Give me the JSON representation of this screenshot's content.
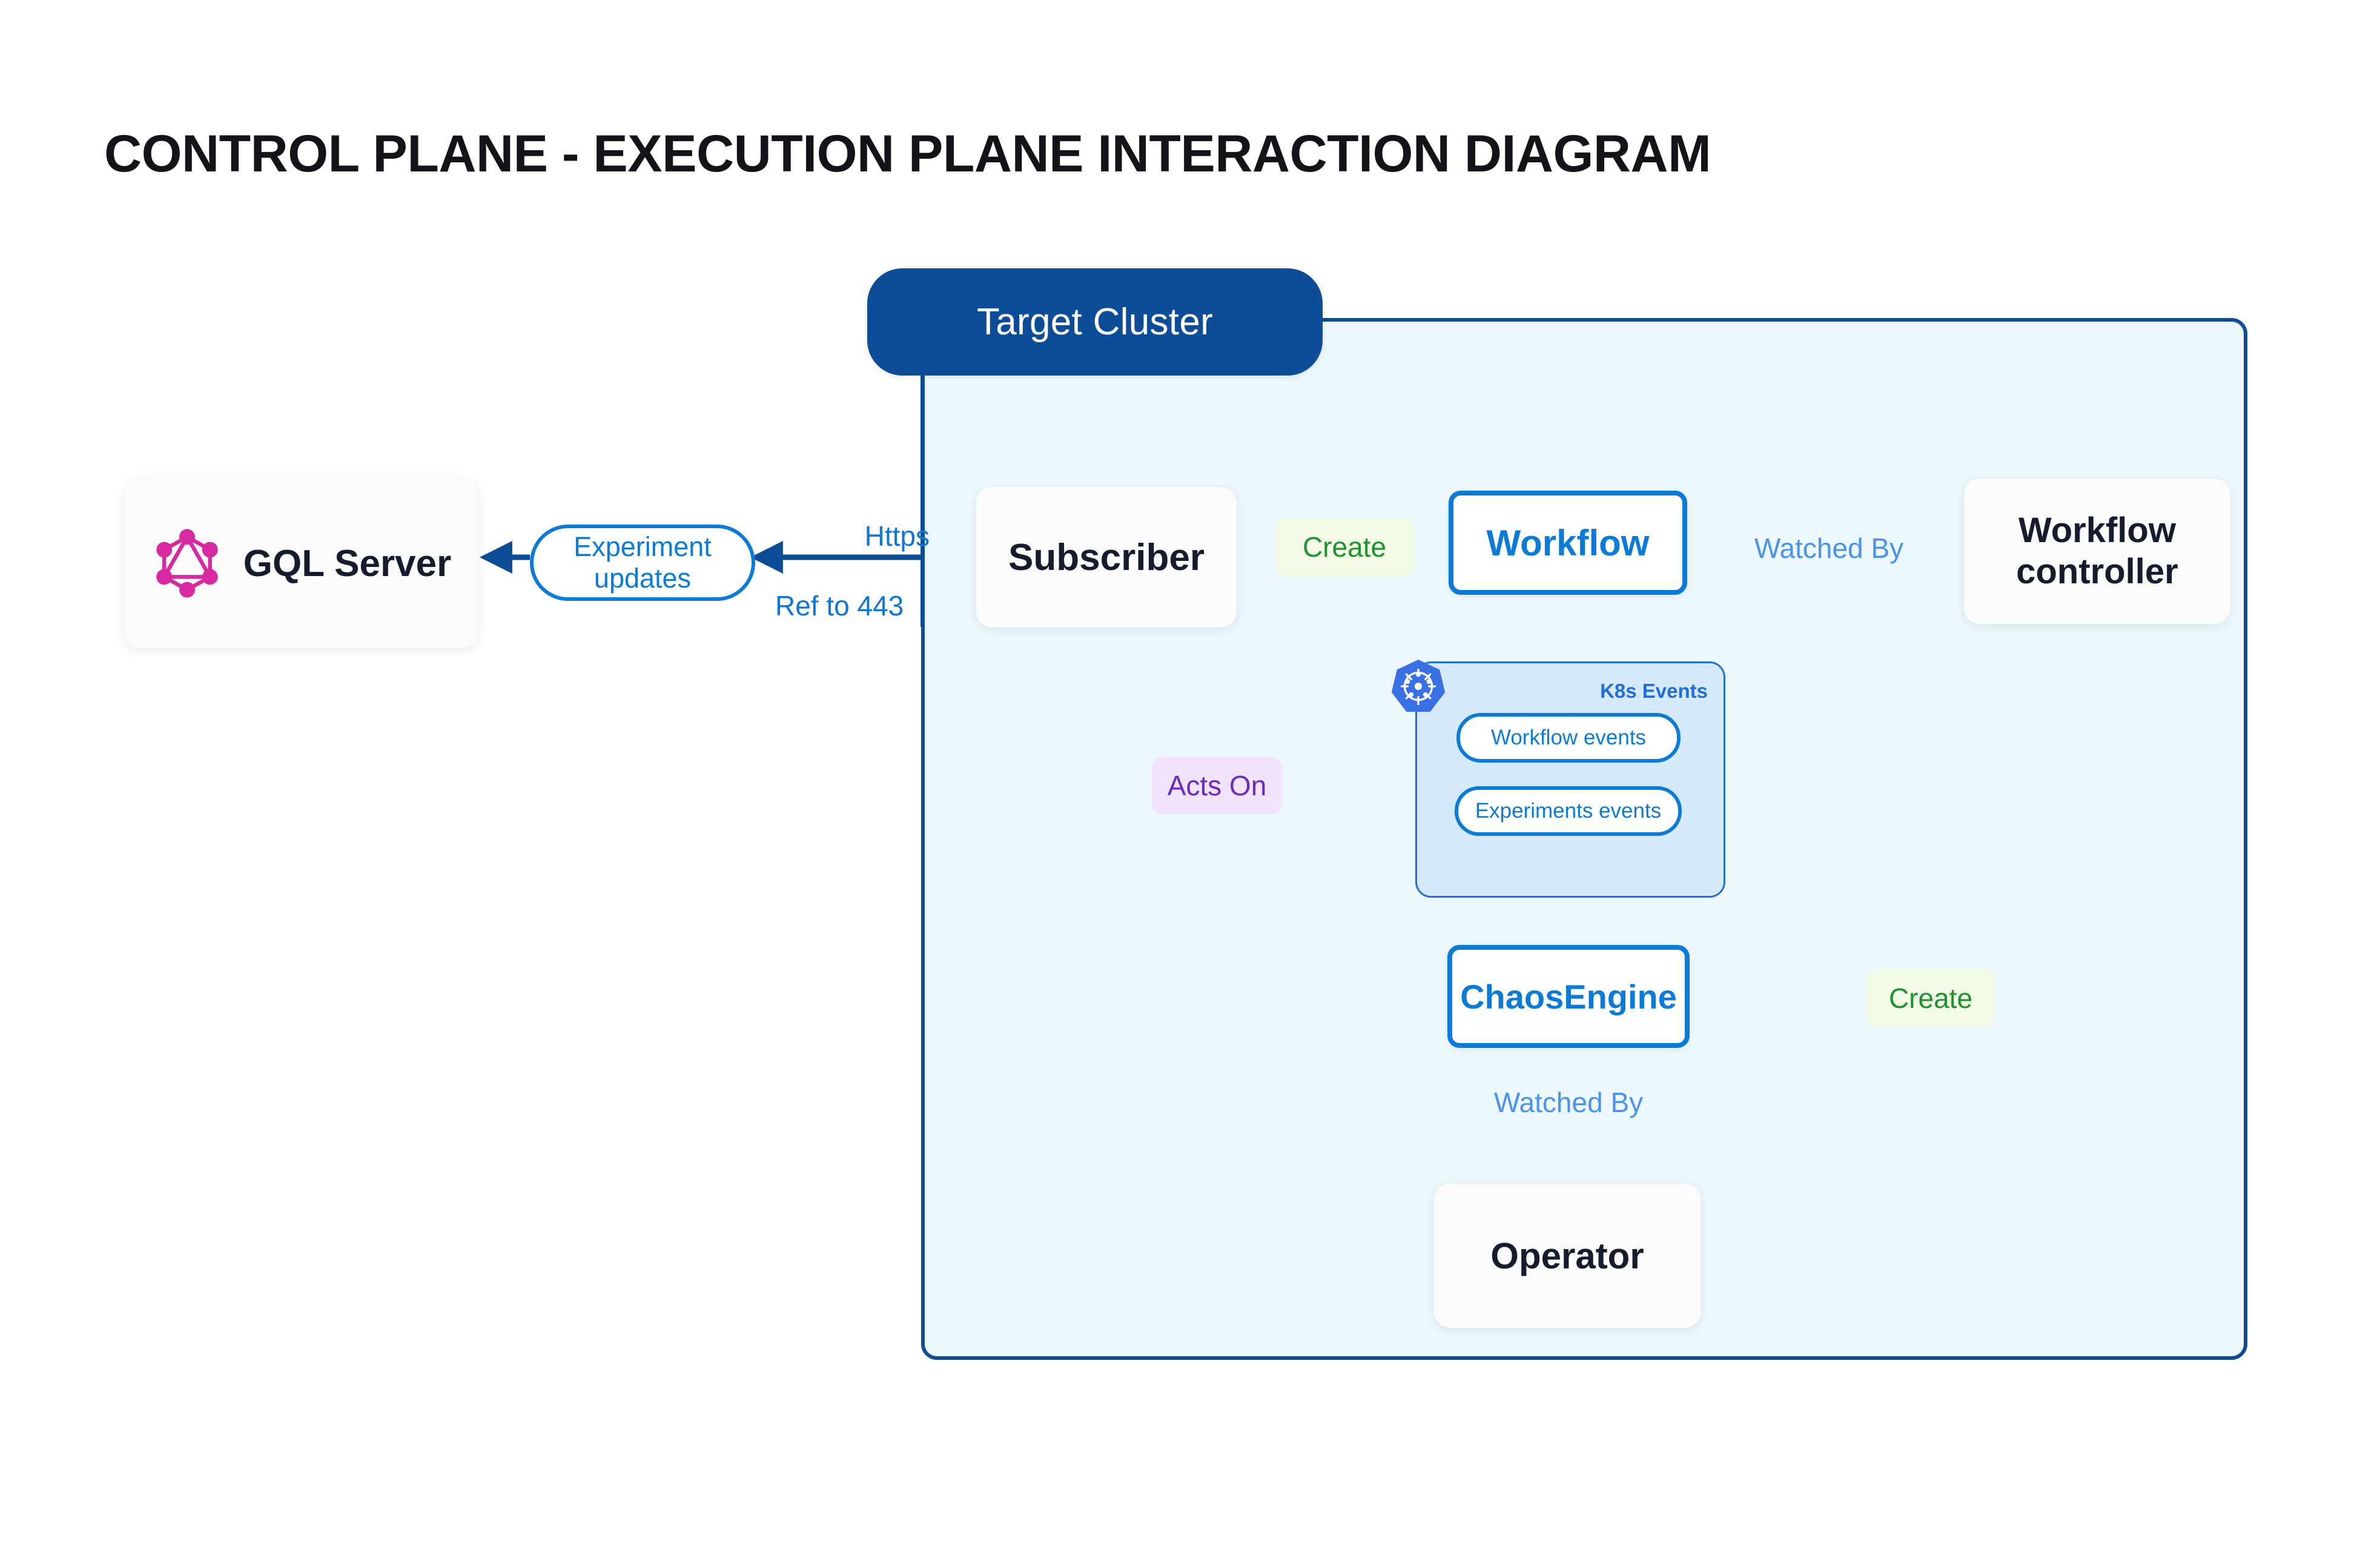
{
  "title": "CONTROL PLANE - EXECUTION PLANE INTERACTION DIAGRAM",
  "cluster": {
    "badge_label": "Target Cluster"
  },
  "nodes": {
    "gql_server": {
      "label": "GQL Server",
      "icon": "graphql-logo-icon"
    },
    "subscriber": {
      "label": "Subscriber"
    },
    "workflow": {
      "label": "Workflow"
    },
    "workflow_controller": {
      "label": "Workflow controller"
    },
    "chaos_engine": {
      "label": "ChaosEngine"
    },
    "operator": {
      "label": "Operator"
    }
  },
  "k8s_events": {
    "panel_label": "K8s Events",
    "icon": "kubernetes-logo-icon",
    "pills": [
      {
        "label": "Workflow events"
      },
      {
        "label": "Experiments events"
      }
    ]
  },
  "edge_labels": {
    "experiment_updates": "Experiment updates",
    "experiment_updates_line1": "Experiment",
    "experiment_updates_line2": "updates",
    "https": "Https",
    "ref_to_443": "Ref to 443",
    "create_workflow": "Create",
    "watched_by_workflow_controller": "Watched By",
    "acts_on": "Acts On",
    "create_chaosengine": "Create",
    "watched_by_operator": "Watched By"
  },
  "colors": {
    "cluster_border": "#0d4c96",
    "cluster_fill": "#ecf8fd",
    "badge_fill": "#0d4c96",
    "primary_blue": "#0c7bd8",
    "light_blue": "#4b92f0",
    "dark_navy": "#141c2e",
    "green": "#1f9330",
    "green_dark": "#1f8a2d",
    "purple": "#6b2bc0",
    "graphql_pink": "#d82aa0",
    "kubernetes_blue": "#3970e4",
    "gray_arrow": "#4a5568",
    "panel_fill": "#d6e9fa",
    "panel_border": "#1f6fd6",
    "green_label_bg": "#f3fae6",
    "purple_label_bg": "#f1e3fb"
  }
}
